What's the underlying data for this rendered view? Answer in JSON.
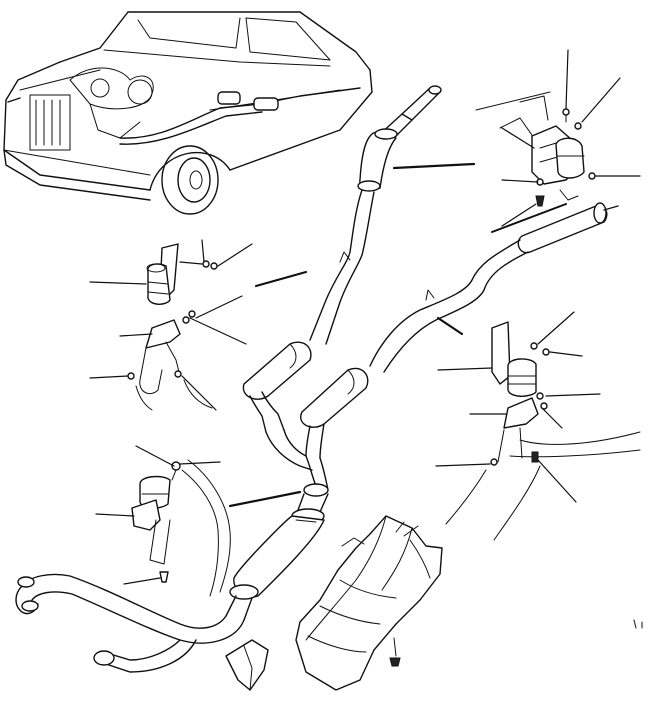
{
  "diagram": {
    "parts": [
      "car-outline",
      "front-exhaust-pipes",
      "front-muffler",
      "catalytic-converter",
      "heat-shield",
      "intermediate-muffler-left",
      "intermediate-muffler-right",
      "tailpipe-left",
      "tailpipe-right",
      "rear-muffler-left",
      "rear-muffler-right",
      "hanger-bracket-front",
      "hanger-bracket-middle",
      "hanger-bracket-rear-right",
      "hanger-bracket-rear-top"
    ],
    "colors": {
      "ink": "#111111",
      "background": "#ffffff"
    }
  }
}
